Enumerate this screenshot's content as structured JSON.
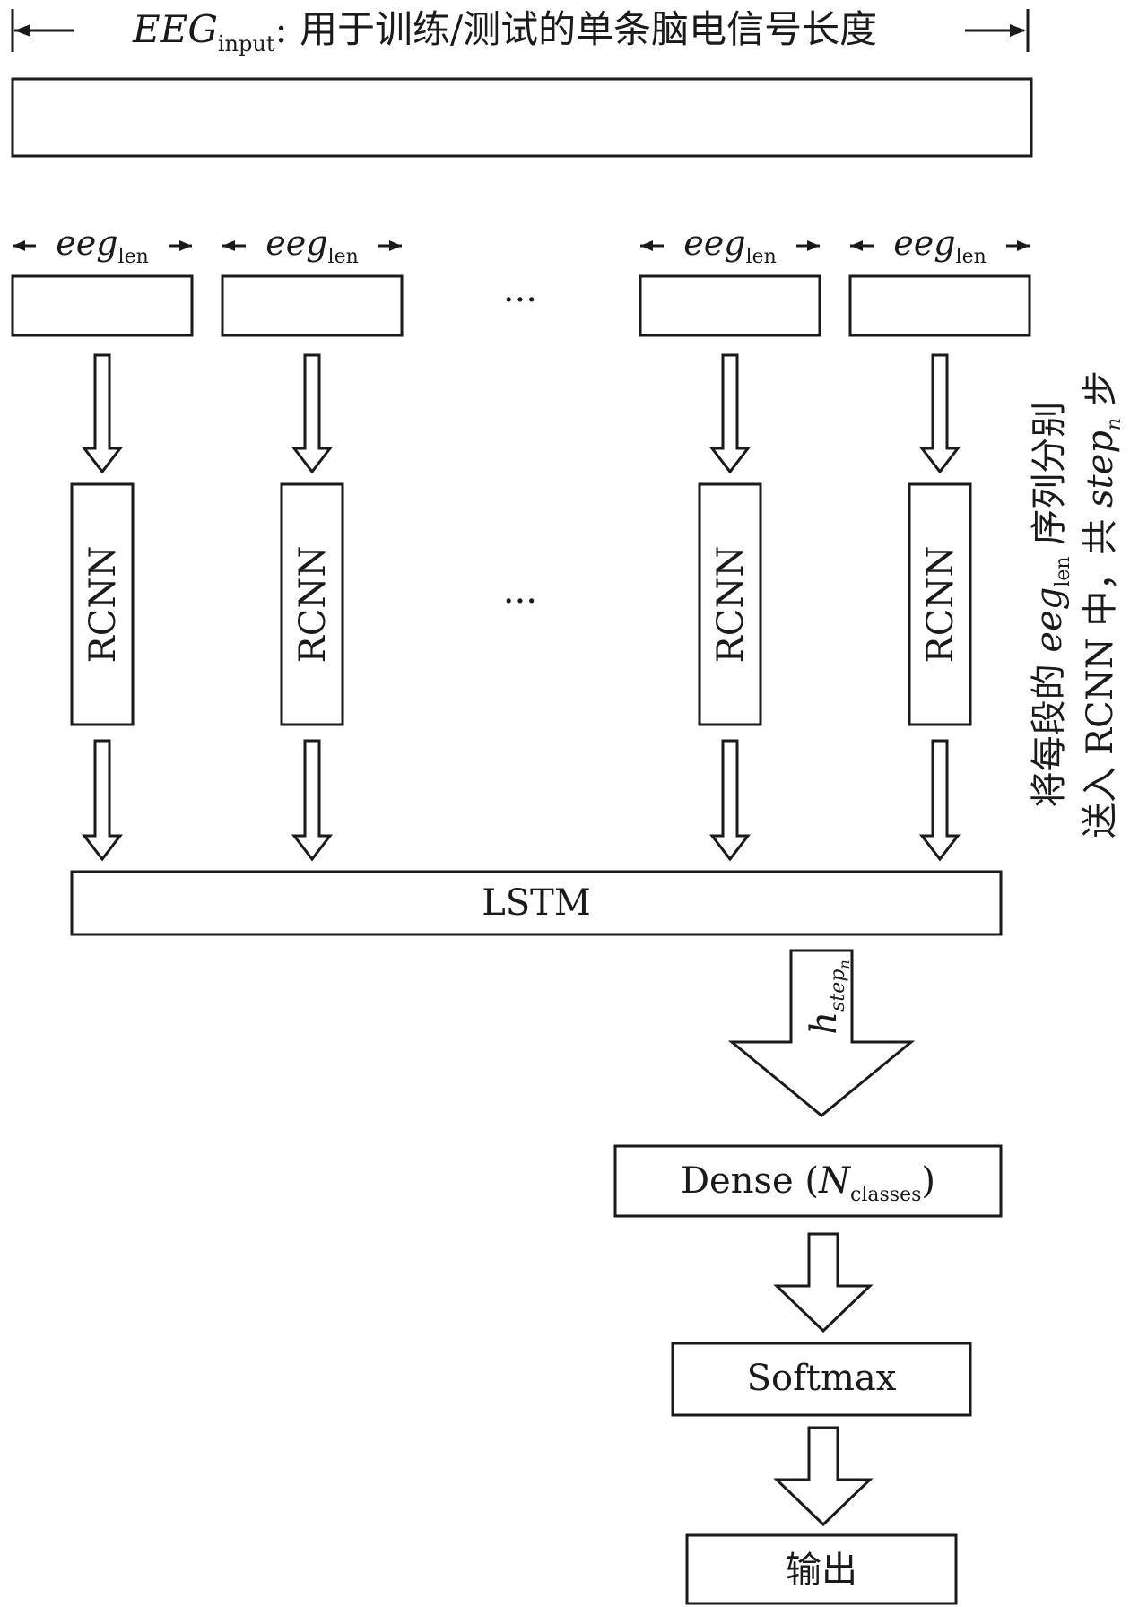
{
  "header": {
    "eeg_input_main": "EEG",
    "eeg_input_sub": "input",
    "description": ": 用于训练/测试的单条脑电信号长度"
  },
  "segments": {
    "eeg_len_main": "eeg",
    "eeg_len_sub": "len",
    "items": [
      {
        "label": "RCNN"
      },
      {
        "label": "RCNN"
      },
      {
        "label": "RCNN"
      },
      {
        "label": "RCNN"
      }
    ],
    "ellipsis": "···"
  },
  "side_note": {
    "line1_prefix": "将每段的 ",
    "line1_var_main": "eeg",
    "line1_var_sub": "len",
    "line1_suffix": " 序列分别",
    "line2_prefix": "送入 RCNN 中，共 ",
    "line2_var_main": "step",
    "line2_var_sub": "n",
    "line2_suffix": " 步"
  },
  "lstm": {
    "label": "LSTM"
  },
  "hidden_state": {
    "main": "h",
    "sub_main": "step",
    "sub_sub": "n"
  },
  "dense": {
    "prefix": "Dense (",
    "var_main": "N",
    "var_sub": "classes",
    "suffix": ")"
  },
  "softmax": {
    "label": "Softmax"
  },
  "output": {
    "label": "输出"
  }
}
